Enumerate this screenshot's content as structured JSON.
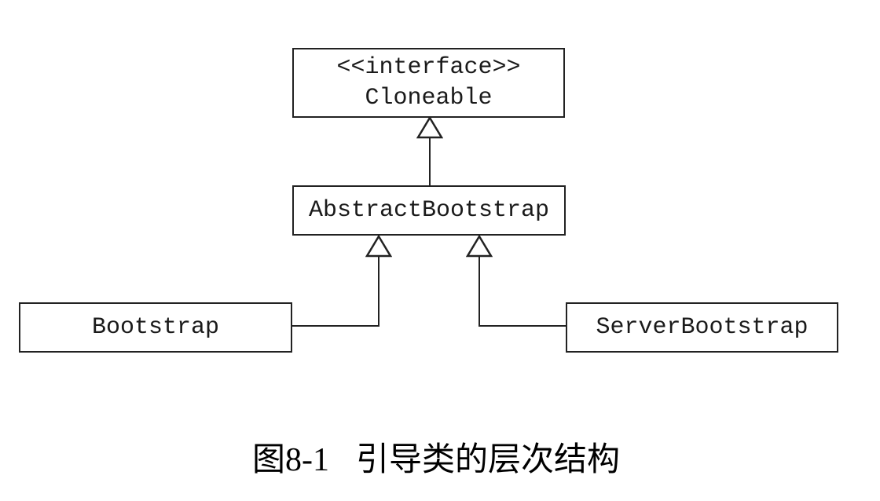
{
  "figure": {
    "caption": {
      "label": "图8-1",
      "title": "引导类的层次结构"
    },
    "diagram": {
      "type": "uml-class-hierarchy",
      "nodes": [
        {
          "id": "cloneable",
          "stereotype": "<<interface>>",
          "name": "Cloneable"
        },
        {
          "id": "abstract-bootstrap",
          "name": "AbstractBootstrap"
        },
        {
          "id": "bootstrap",
          "name": "Bootstrap"
        },
        {
          "id": "server-bootstrap",
          "name": "ServerBootstrap"
        }
      ],
      "edges": [
        {
          "from": "AbstractBootstrap",
          "to": "Cloneable",
          "type": "generalization"
        },
        {
          "from": "Bootstrap",
          "to": "AbstractBootstrap",
          "type": "generalization"
        },
        {
          "from": "ServerBootstrap",
          "to": "AbstractBootstrap",
          "type": "generalization"
        }
      ],
      "colors": {
        "line": "#222222",
        "box_background": "#ffffff",
        "text": "#1a1a1a",
        "page_background": "#ffffff"
      }
    }
  }
}
